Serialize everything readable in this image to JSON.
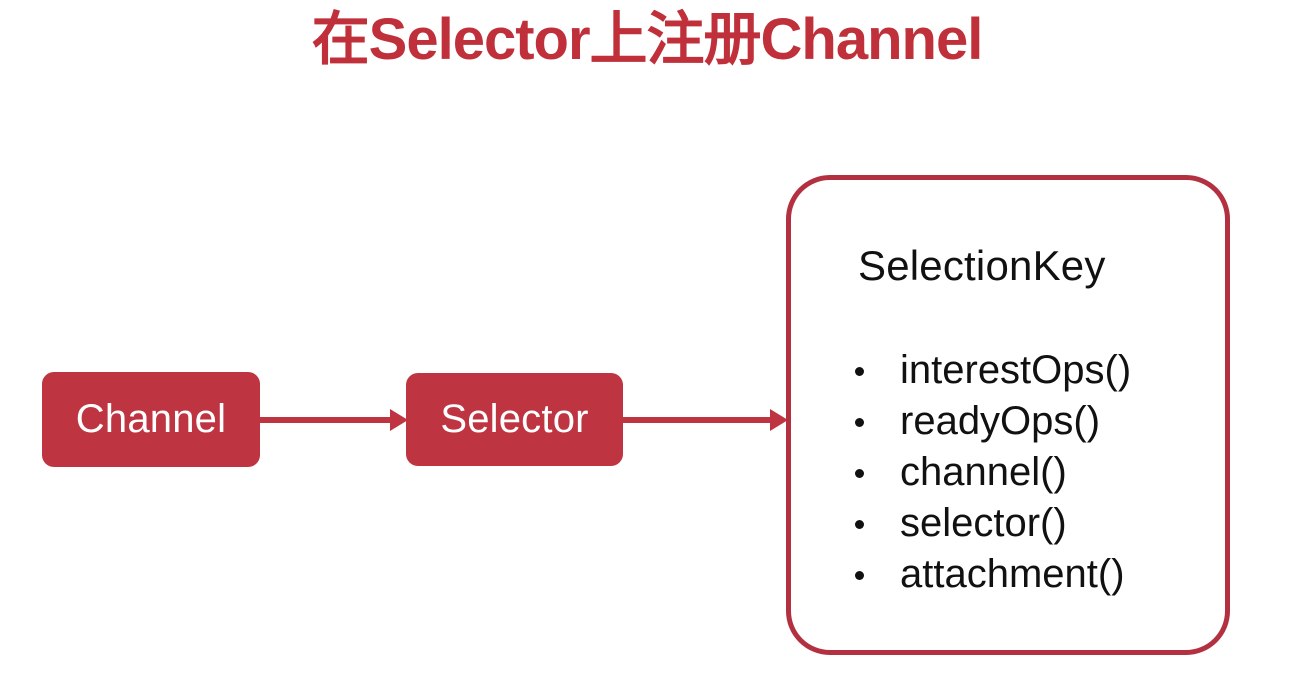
{
  "slide": {
    "title": "在Selector上注册Channel",
    "title_color": "#C0303A",
    "background_color": "#FFFFFF"
  },
  "theme": {
    "accent_red": "#BE3441",
    "border_red": "#B33040",
    "text_dark": "#111111",
    "node_text": "#FFFFFF"
  },
  "nodes": [
    {
      "id": "channel",
      "label": "Channel",
      "style": "filled-red-rounded"
    },
    {
      "id": "selector",
      "label": "Selector",
      "style": "filled-red-rounded"
    }
  ],
  "connectors": [
    {
      "id": "channel-to-selector",
      "from": "Channel",
      "to": "Selector",
      "kind": "arrow-right"
    },
    {
      "id": "selector-to-selectionkey",
      "from": "Selector",
      "to": "SelectionKey",
      "kind": "arrow-right"
    }
  ],
  "panel": {
    "title": "SelectionKey",
    "style": "outlined-red-rounded",
    "items": [
      {
        "label": "interestOps()"
      },
      {
        "label": "readyOps()"
      },
      {
        "label": "channel()"
      },
      {
        "label": "selector()"
      },
      {
        "label": "attachment()"
      }
    ]
  }
}
